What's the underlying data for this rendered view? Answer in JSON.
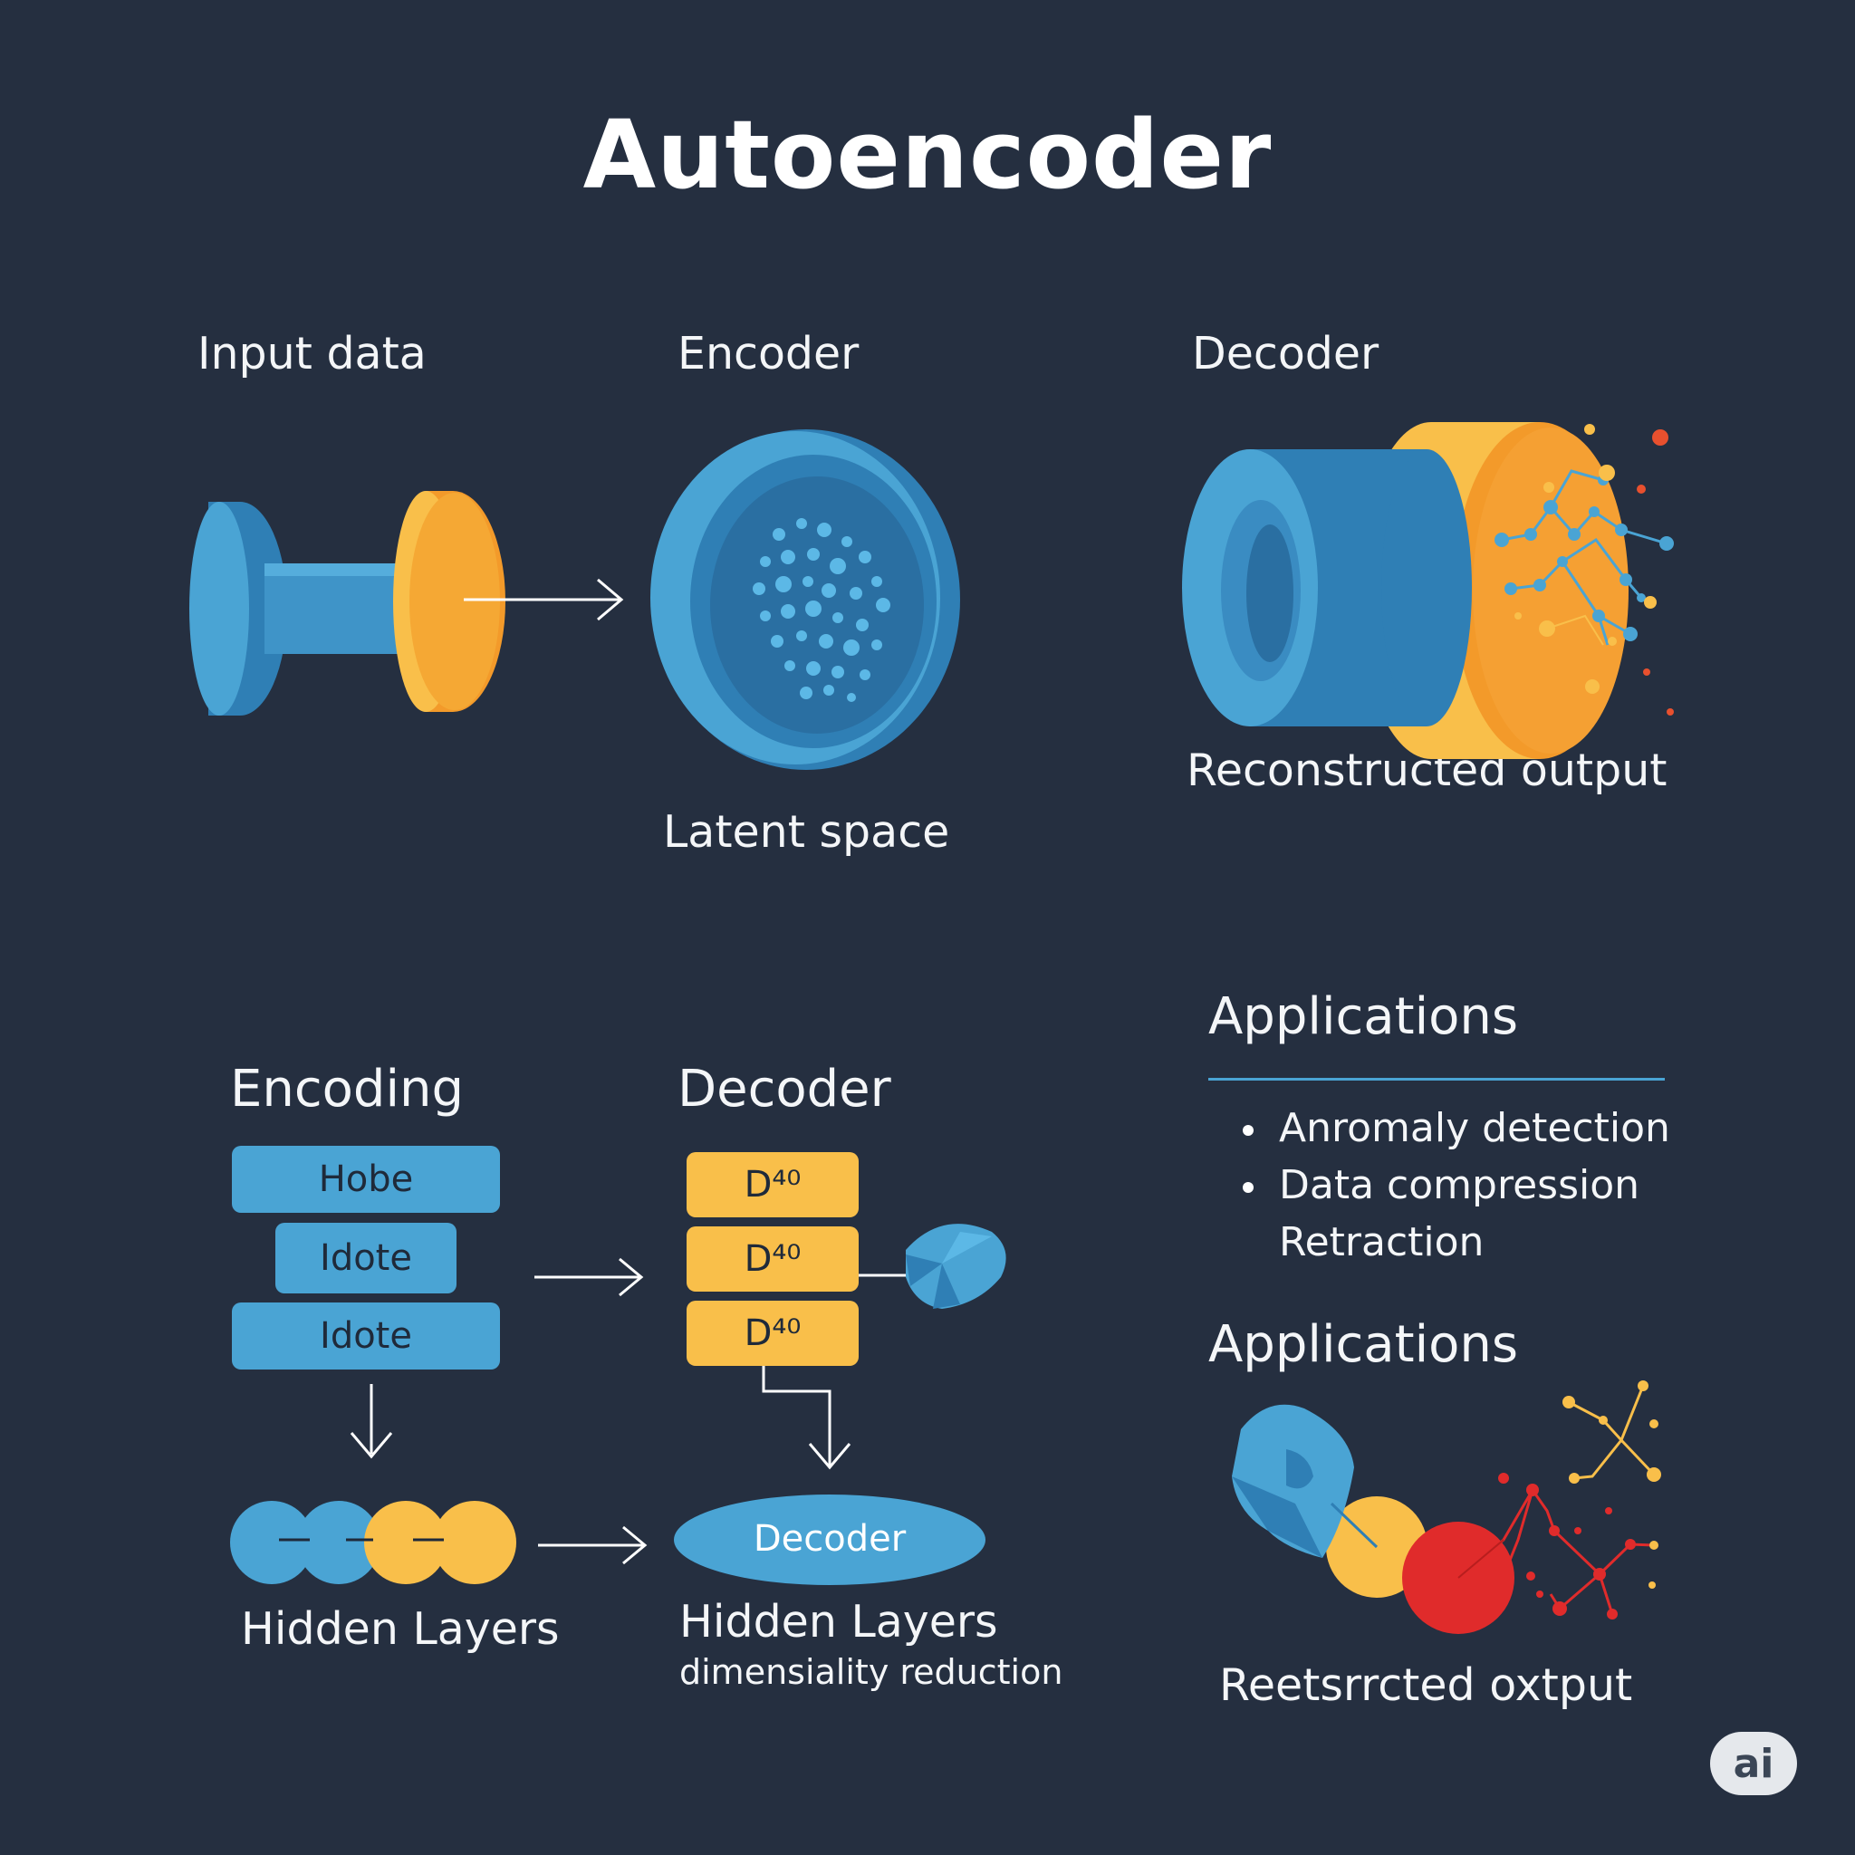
{
  "title": "Autoencoder",
  "top": {
    "input_label": "Input data",
    "encoder_label": "Encoder",
    "decoder_label": "Decoder",
    "latent_label": "Latent space",
    "output_label": "Reconstructed output"
  },
  "bottom": {
    "encoding_label": "Encoding",
    "encoding_boxes": [
      "Hobe",
      "Idote",
      "Idote"
    ],
    "decoder_label": "Decoder",
    "decoder_boxes": [
      "D⁴⁰",
      "D⁴⁰",
      "D⁴⁰"
    ],
    "hidden_layers_label": "Hidden Layers",
    "decoder_ellipse_label": "Decoder",
    "hidden_layers_label_2": "Hidden Layers",
    "dimensionality_label": "dimensiality reduction"
  },
  "applications": {
    "heading": "Applications",
    "items": [
      "Anromaly detection",
      "Data compression",
      "Retraction"
    ],
    "heading_2": "Applications",
    "output_label": "Reetsrrcted oxtput"
  },
  "badge": "ai",
  "colors": {
    "background": "#252f40",
    "blue": "#4aa4d4",
    "blue_dark": "#2f7fb5",
    "yellow": "#f9bf4a",
    "orange": "#f39a2a",
    "red": "#e02b2b"
  }
}
